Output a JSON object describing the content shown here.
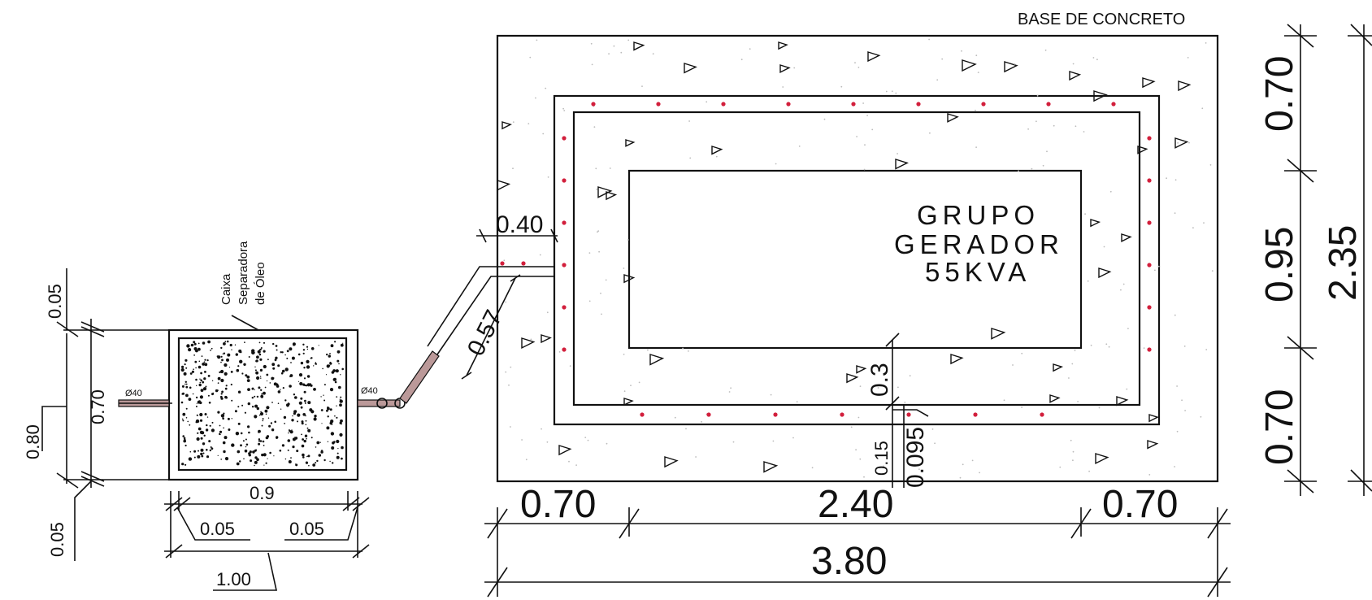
{
  "labels": {
    "base_concreto": "BASE DE CONCRETO",
    "grupo_line1": "GRUPO",
    "grupo_line2": "GERADOR",
    "grupo_line3": "55KVA",
    "caixa_line1": "Caixa",
    "caixa_line2": "Separadora",
    "caixa_line3": "de Óleo",
    "pipe_in": "Ø40",
    "pipe_out": "Ø40"
  },
  "dimensions": {
    "left_top_005": "0.05",
    "left_070": "0.70",
    "left_080": "0.80",
    "left_bottom_005": "0.05",
    "box_09": "0.9",
    "box_005_left": "0.05",
    "box_005_right": "0.05",
    "box_100": "1.00",
    "pipe_040": "0.40",
    "pipe_057": "0.57",
    "gen_03": "0.3",
    "gen_015": "0.15",
    "gen_0095": "0.095",
    "bottom_070_left": "0.70",
    "bottom_240": "2.40",
    "bottom_070_right": "0.70",
    "bottom_380": "3.80",
    "right_070_top": "0.70",
    "right_095": "0.95",
    "right_070_bottom": "0.70",
    "right_235": "2.35"
  },
  "colors": {
    "line": "#111111",
    "rebar_dot": "#d21f3c",
    "background": "#ffffff"
  }
}
